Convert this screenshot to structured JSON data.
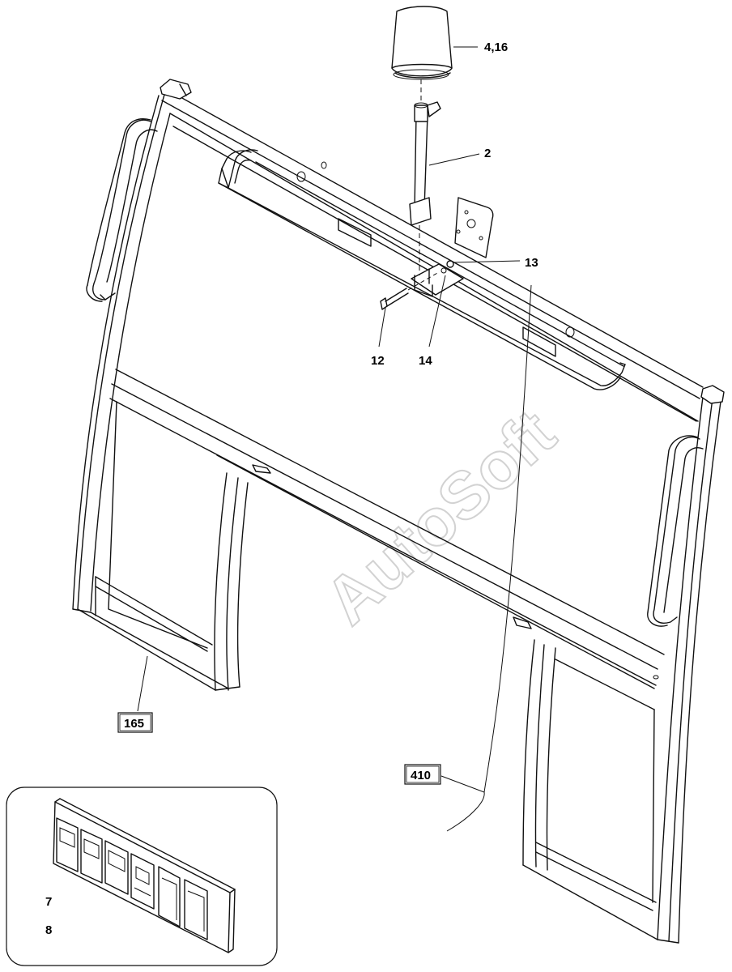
{
  "watermark": "AutoSoft",
  "callouts": {
    "beacon": "4,16",
    "post": "2",
    "nut": "13",
    "bolt": "12",
    "washer": "14",
    "switch_upper": "7",
    "switch_lower": "8"
  },
  "references": {
    "frame_ref": "165",
    "cable_ref": "410"
  }
}
